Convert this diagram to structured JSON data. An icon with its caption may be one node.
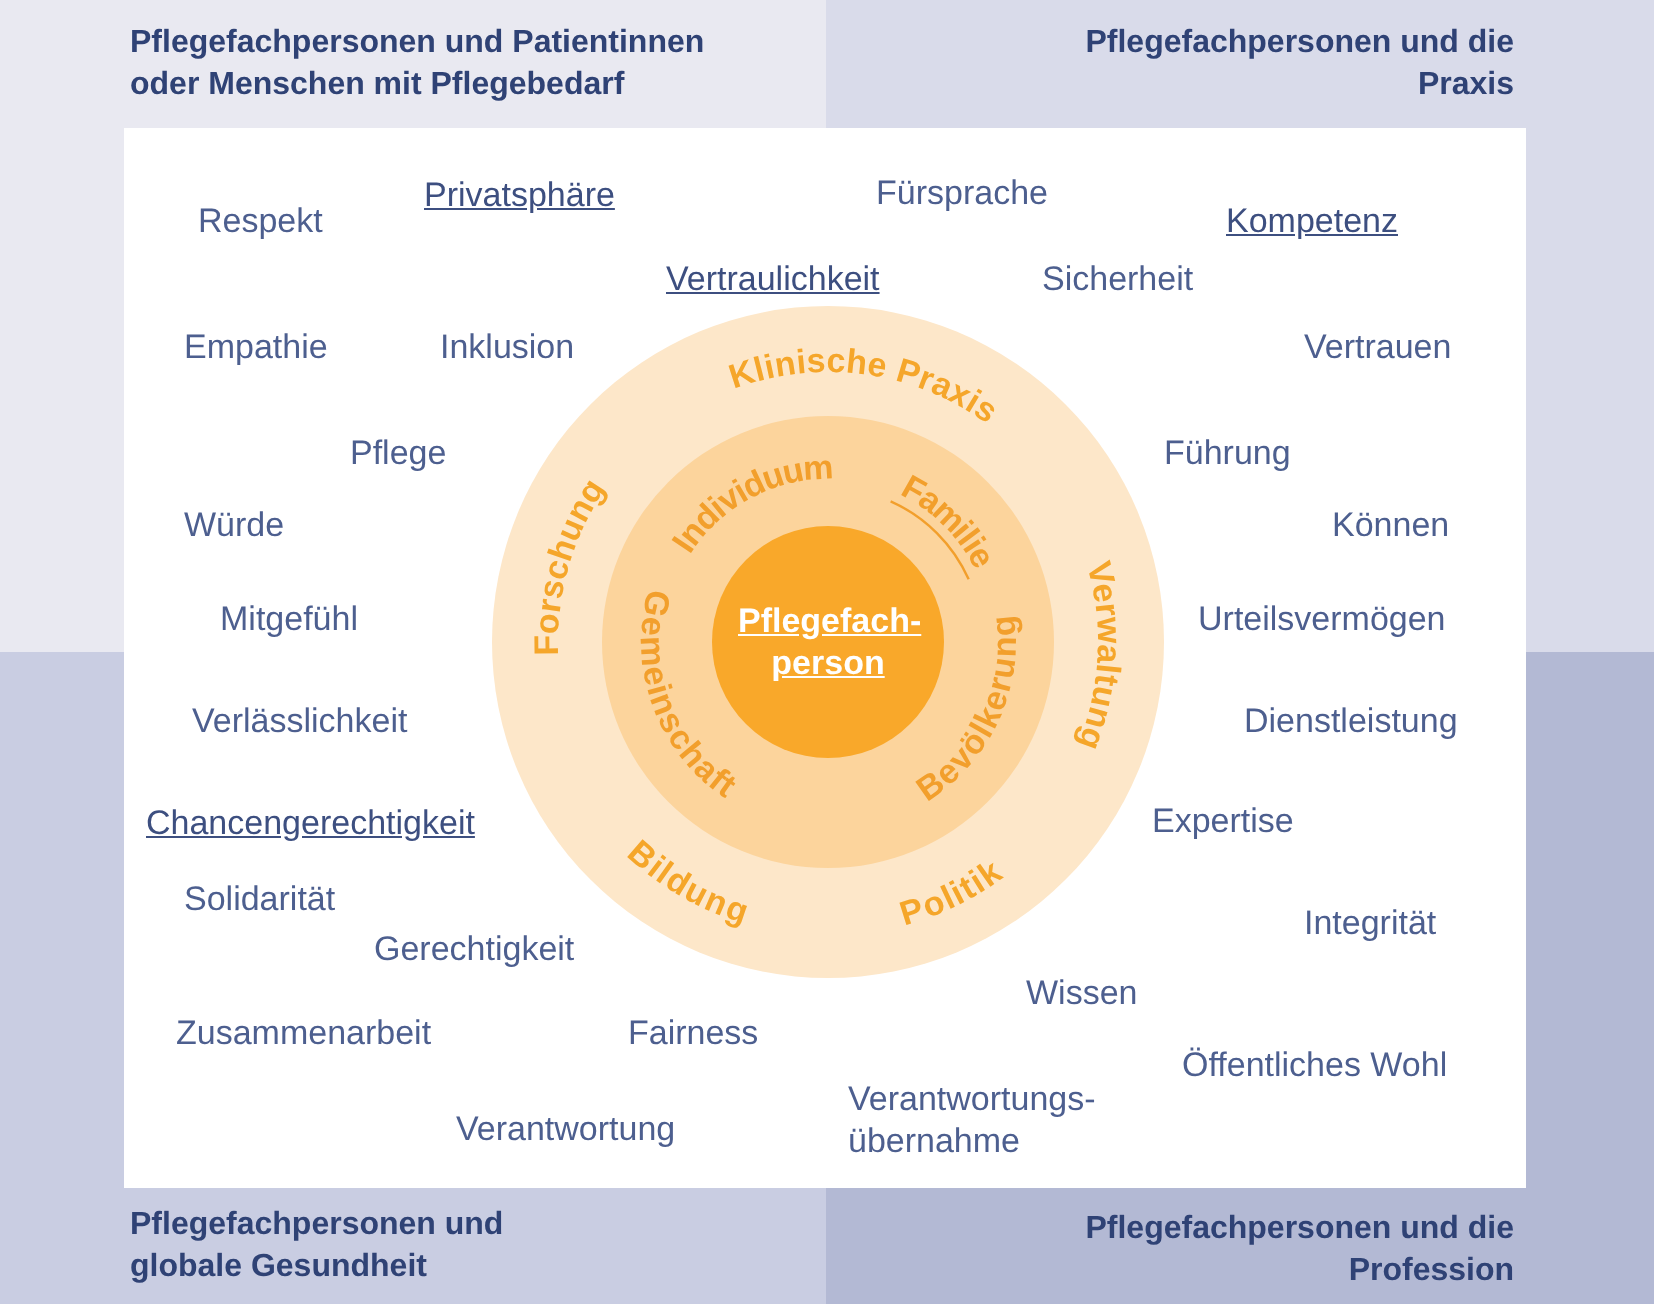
{
  "diagram": {
    "nodes": [
      {
        "text": [
          "Pflegefachpersonen und Patientinnen oder Menschen mit Pflegebedarf"
        ]
      },
      {
        "text": [
          "Pflegefachpersonen und die Praxis"
        ]
      },
      {
        "text": [
          "Pflegefachpersonen und globale Gesundheit"
        ]
      },
      {
        "text": [
          "Pflegefachpersonen und die Profession"
        ]
      },
      {
        "text": [
          "Klinische Praxis",
          "Forschung",
          "Verwaltung",
          "Bildung",
          "Politik"
        ]
      },
      {
        "text": [
          "Individuum",
          "Familie",
          "Gemeinschaft",
          "Bevölkerung"
        ],
        "in": 4
      },
      {
        "text": [
          "Pflegefach- person"
        ],
        "in": 5
      }
    ],
    "edges": [],
    "labels": [
      "Privatsphäre",
      "Fürsprache",
      "Respekt",
      "Kompetenz",
      "Vertraulichkeit",
      "Sicherheit",
      "Empathie",
      "Inklusion",
      "Vertrauen",
      "Pflege",
      "Führung",
      "Würde",
      "Können",
      "Mitgefühl",
      "Urteilsvermögen",
      "Verlässlichkeit",
      "Dienstleistung",
      "Chancengerechtigkeit",
      "Expertise",
      "Solidarität",
      "Integrität",
      "Gerechtigkeit",
      "Wissen",
      "Zusammenarbeit",
      "Fairness",
      "Öffentliches Wohl",
      "Verantwortungs- übernahme",
      "Verantwortung"
    ]
  }
}
